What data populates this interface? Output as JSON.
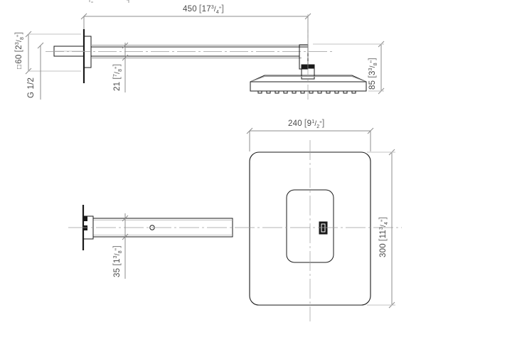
{
  "drawing": {
    "type": "technical-dimensional-drawing",
    "subject": "wall-mounted rain shower head with arm",
    "views": [
      {
        "name": "side-elevation",
        "position": "top"
      },
      {
        "name": "plan-view",
        "position": "bottom"
      }
    ],
    "partial_top_label": "",
    "colors": {
      "outline": "#1a1a1a",
      "dimension_line": "#8c8c8c",
      "dimension_text": "#4a4a4a",
      "centerline": "#8c8c8c",
      "background": "#ffffff"
    }
  },
  "dimensions": {
    "arm_length": {
      "id": "dim-450",
      "metric": "450",
      "imperial": "17",
      "imperial_frac_num": "3",
      "imperial_frac_den": "4",
      "unit_mark": "\"",
      "full": "450 [17 3/4\"]",
      "orientation": "horizontal",
      "view": "side-elevation"
    },
    "flange_size": {
      "id": "dim-60",
      "prefix_symbol": "□",
      "metric": "60",
      "imperial": "2",
      "imperial_frac_num": "3",
      "imperial_frac_den": "8",
      "unit_mark": "\"",
      "full": "□60 [2 3/8\"]",
      "orientation": "vertical",
      "view": "side-elevation"
    },
    "thread": {
      "id": "dim-thread",
      "label": "G 1/2",
      "orientation": "vertical",
      "view": "side-elevation"
    },
    "arm_height": {
      "id": "dim-21",
      "metric": "21",
      "imperial": "",
      "imperial_frac_num": "7",
      "imperial_frac_den": "8",
      "unit_mark": "\"",
      "full": "21 [7/8\"]",
      "orientation": "vertical",
      "view": "side-elevation"
    },
    "head_drop": {
      "id": "dim-85",
      "metric": "85",
      "imperial": "3",
      "imperial_frac_num": "3",
      "imperial_frac_den": "8",
      "unit_mark": "\"",
      "full": "85 [3 3/8\"]",
      "orientation": "vertical",
      "view": "side-elevation"
    },
    "head_width": {
      "id": "dim-240",
      "metric": "240",
      "imperial": "9",
      "imperial_frac_num": "1",
      "imperial_frac_den": "2",
      "unit_mark": "\"",
      "full": "240 [9 1/2\"]",
      "orientation": "horizontal",
      "view": "plan-view"
    },
    "head_length": {
      "id": "dim-300",
      "metric": "300",
      "imperial": "11",
      "imperial_frac_num": "3",
      "imperial_frac_den": "4",
      "unit_mark": "\"",
      "full": "300 [11 3/4\"]",
      "orientation": "vertical",
      "view": "plan-view"
    },
    "arm_width": {
      "id": "dim-35",
      "metric": "35",
      "imperial": "1",
      "imperial_frac_num": "3",
      "imperial_frac_den": "8",
      "unit_mark": "\"",
      "full": "35 [1 3/8\"]",
      "orientation": "vertical",
      "view": "plan-view"
    }
  }
}
